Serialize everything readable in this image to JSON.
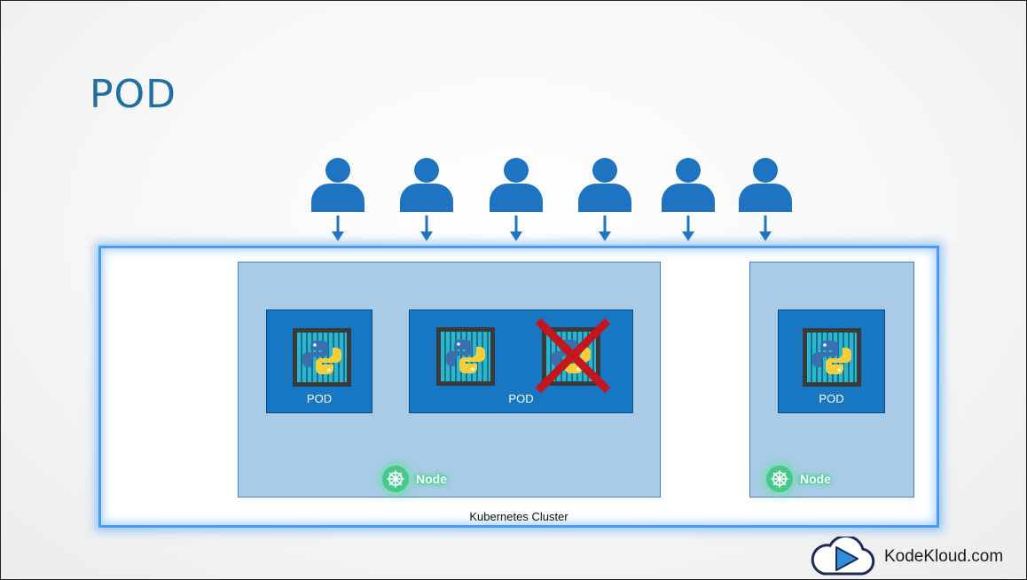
{
  "slide": {
    "title": "POD",
    "cluster_label": "Kubernetes Cluster",
    "node_label": "Node",
    "pod_label": "POD",
    "users": 6,
    "brand": "KodeKloud.com"
  },
  "colors": {
    "title": "#1f6fa6",
    "user": "#1e74c1",
    "node": "#a9cbe7",
    "pod": "#1877c3",
    "cluster_border": "#4a9cf0",
    "failure_cross": "#c4161c",
    "node_glow": "#46c98a"
  },
  "icons": {
    "user": "user-icon",
    "container": "python-container-icon",
    "failed_container": "failed-container-icon",
    "node": "kubernetes-wheel-icon",
    "brand": "kodekloud-cloud-icon"
  }
}
